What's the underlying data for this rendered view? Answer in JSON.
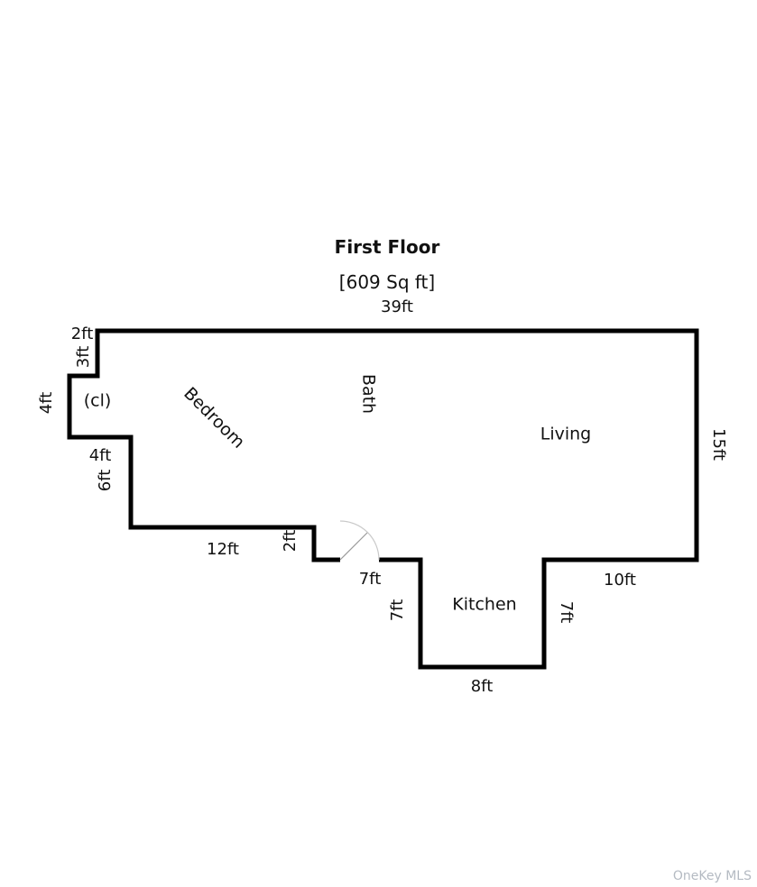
{
  "header": {
    "title": "First Floor",
    "area": "[609 Sq ft]"
  },
  "rooms": {
    "bedroom": "Bedroom",
    "bath": "Bath",
    "living": "Living",
    "kitchen": "Kitchen",
    "closet": "(cl)"
  },
  "dimensions": {
    "top_width": "39ft",
    "closet_top": "2ft",
    "closet_step": "3ft",
    "closet_left": "4ft",
    "closet_bottom": "4ft",
    "bedroom_left": "6ft",
    "bedroom_bottom": "12ft",
    "hall_step": "2ft",
    "hall_width": "7ft",
    "kitchen_left": "7ft",
    "kitchen_bottom": "8ft",
    "kitchen_right": "7ft",
    "living_bottom": "10ft",
    "living_right": "15ft"
  },
  "watermark": "OneKey MLS",
  "colors": {
    "wall": "#000000",
    "door_leaf": "#9a9a9a",
    "door_arc": "#c9c9c9",
    "watermark": "#b4bac2"
  }
}
